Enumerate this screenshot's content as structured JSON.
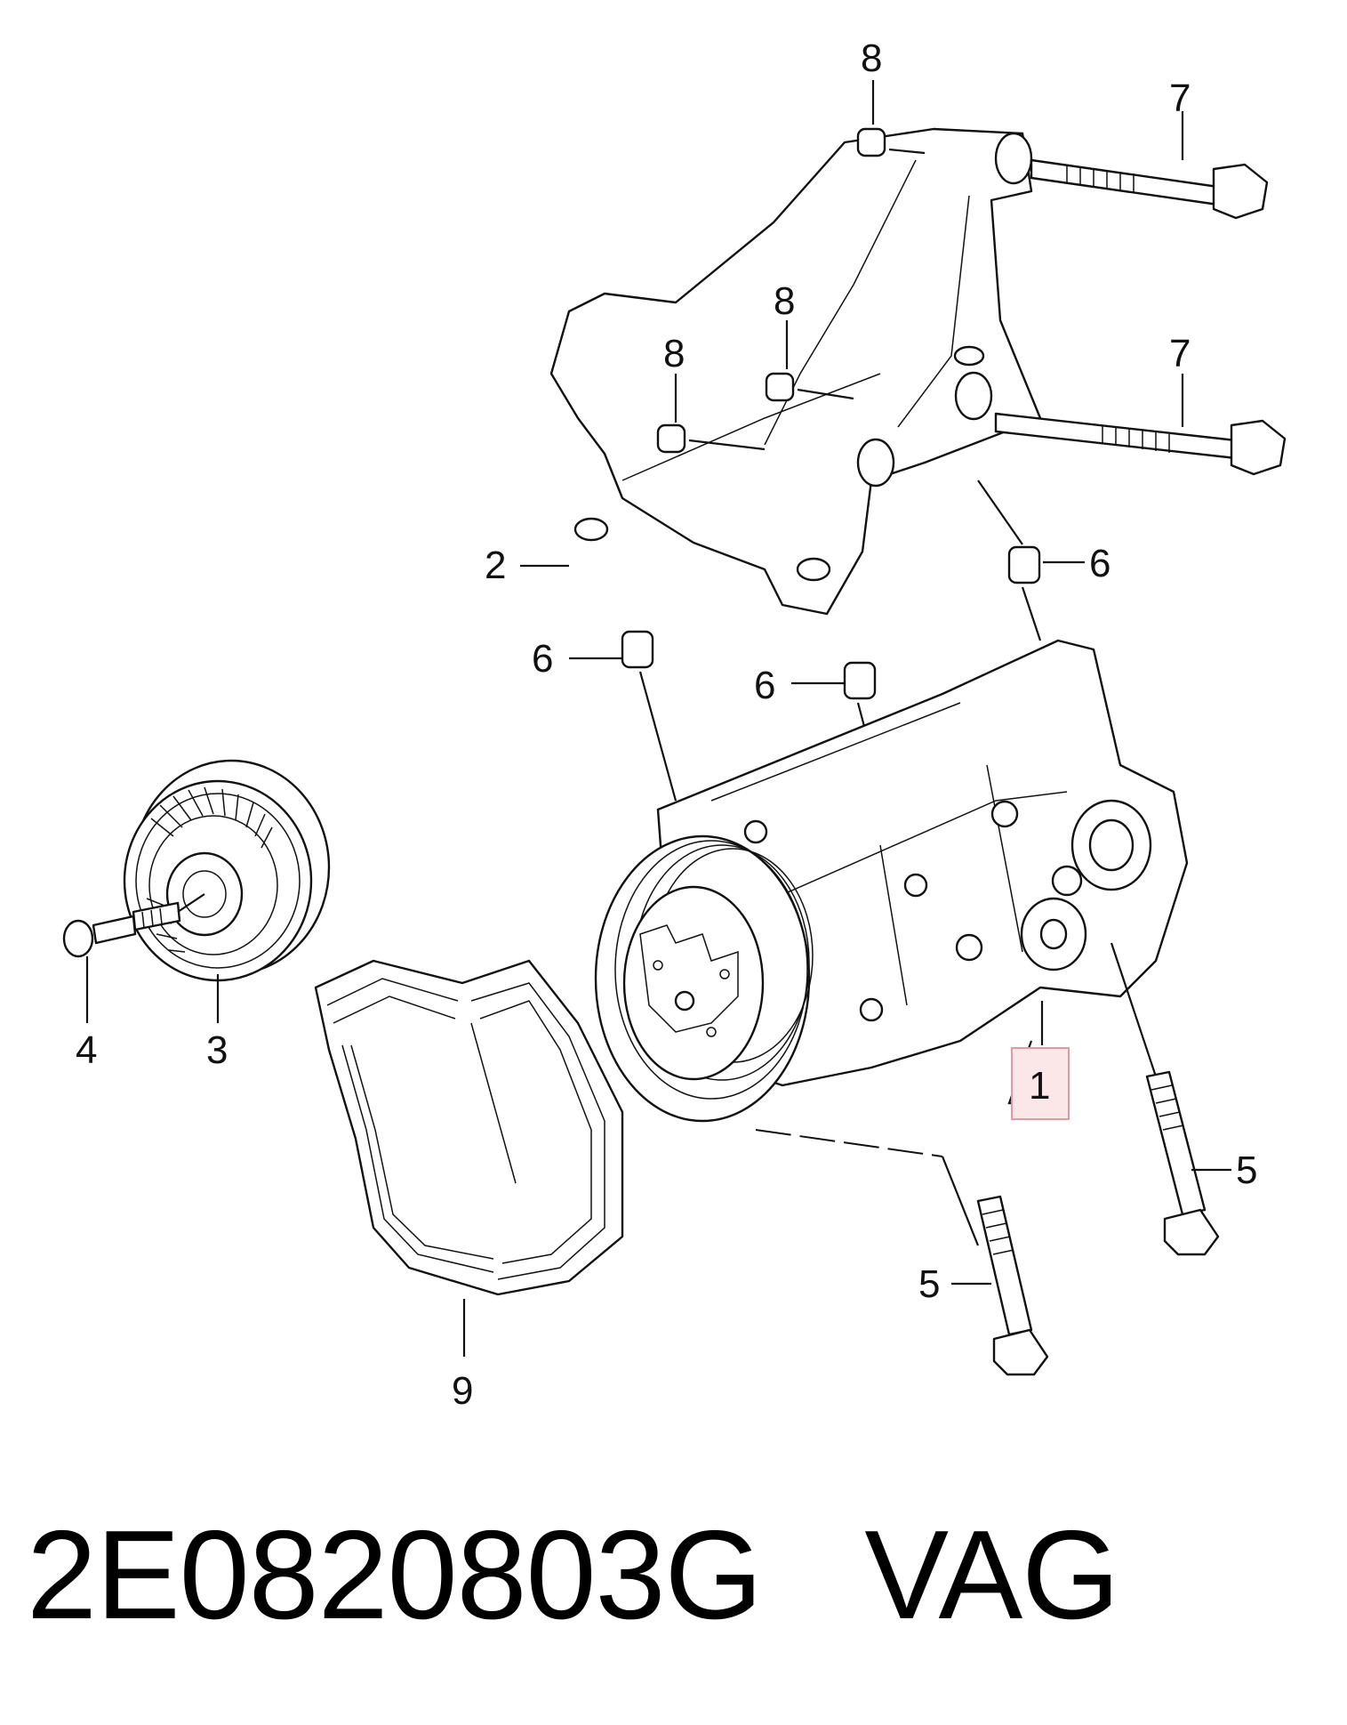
{
  "callouts": {
    "c1": "1",
    "c2": "2",
    "c3": "3",
    "c4": "4",
    "c5a": "5",
    "c5b": "5",
    "c6a": "6",
    "c6b": "6",
    "c6c": "6",
    "c7a": "7",
    "c7b": "7",
    "c8a": "8",
    "c8b": "8",
    "c8c": "8",
    "c9": "9"
  },
  "highlight_color": "#e5989e",
  "highlight_fill": "#fbe6e8",
  "caption": {
    "part_number": "2E0820803G",
    "brand": "VAG"
  }
}
